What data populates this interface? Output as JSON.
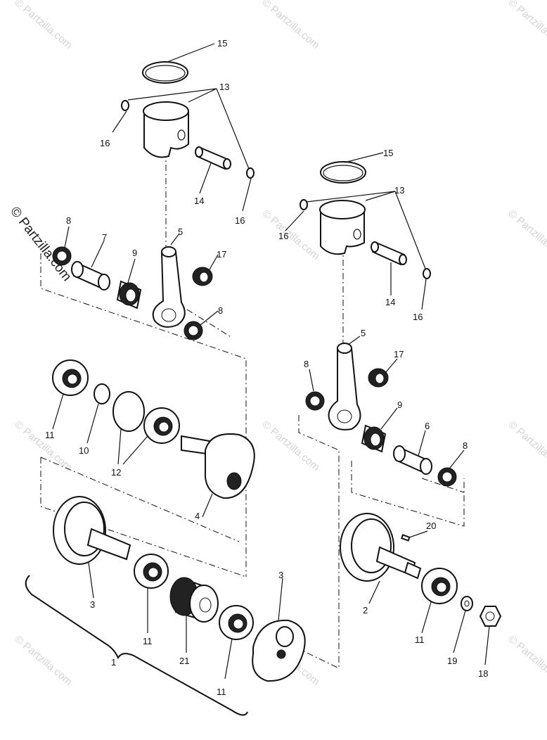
{
  "watermark": {
    "text": "© Partzilla.com"
  },
  "labels": {
    "l1": "1",
    "l2": "2",
    "l3a": "3",
    "l3b": "3",
    "l4": "4",
    "l5a": "5",
    "l5b": "5",
    "l6": "6",
    "l7": "7",
    "l8a": "8",
    "l8b": "8",
    "l8c": "8",
    "l8d": "8",
    "l9a": "9",
    "l9b": "9",
    "l10": "10",
    "l11a": "11",
    "l11b": "11",
    "l11c": "11",
    "l11d": "11",
    "l12": "12",
    "l13a": "13",
    "l13b": "13",
    "l14a": "14",
    "l14b": "14",
    "l15a": "15",
    "l15b": "15",
    "l16a": "16",
    "l16b": "16",
    "l16c": "16",
    "l16d": "16",
    "l17a": "17",
    "l17b": "17",
    "l18": "18",
    "l19": "19",
    "l20": "20",
    "l21": "21"
  }
}
